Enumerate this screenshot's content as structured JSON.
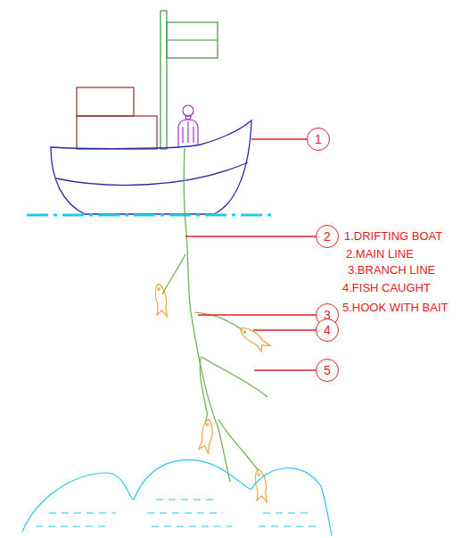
{
  "diagram": {
    "nodes": [
      {
        "text": [
          "1"
        ]
      },
      {
        "text": [
          "2"
        ]
      },
      {
        "text": [
          "3"
        ]
      },
      {
        "text": [
          "4"
        ]
      },
      {
        "text": [
          "5"
        ]
      }
    ],
    "labels": [
      "1.DRIFTING BOAT",
      "2.MAIN LINE",
      "3.BRANCH LINE",
      "4.FISH CAUGHT",
      "5.HOOK WITH BAIT"
    ]
  }
}
